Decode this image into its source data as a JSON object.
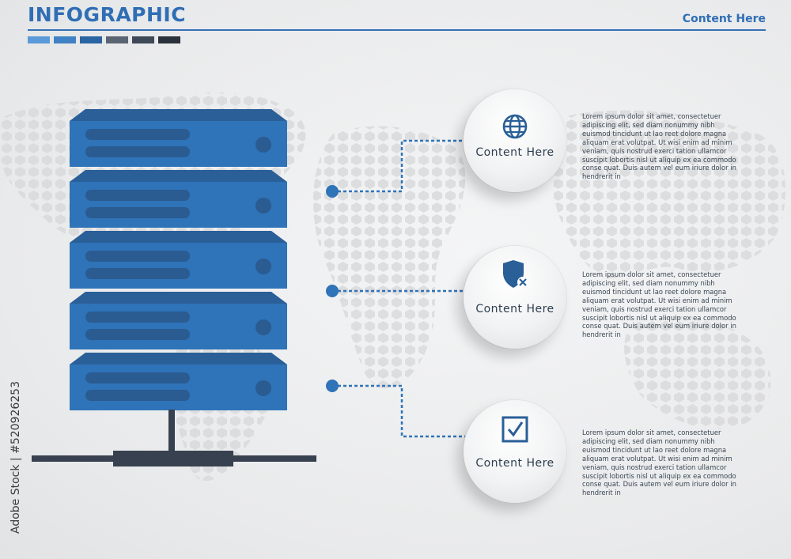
{
  "header": {
    "title": "INFOGRAPHIC",
    "right_text": "Content Here",
    "swatch_colors": [
      "#5a9ad8",
      "#3f82c6",
      "#2a64a3",
      "#5a6472",
      "#3e4856",
      "#2b313a"
    ]
  },
  "colors": {
    "accent": "#2f6eb5",
    "server_front": "#2f73b8",
    "server_top": "#2a5f98",
    "server_slot": "#2a5b91",
    "base": "#37414f",
    "dot_line": "#2f73b8"
  },
  "items": [
    {
      "icon": "globe-icon",
      "label": "Content Here",
      "text": "Lorem ipsum dolor sit amet, consectetuer adipiscing elit, sed diam nonummy nibh euismod tincidunt ut lao reet dolore magna aliquam erat volutpat. Ut wisi enim ad minim veniam, quis nostrud exerci tation ullamcor suscipit lobortis nisl ut aliquip ex ea commodo conse quat. Duis autem vel eum iriure dolor in hendrerit in"
    },
    {
      "icon": "shield-wrench-icon",
      "label": "Content Here",
      "text": "Lorem ipsum dolor sit amet, consectetuer adipiscing elit, sed diam nonummy nibh euismod tincidunt ut lao reet dolore magna aliquam erat volutpat. Ut wisi enim ad minim veniam, quis nostrud exerci tation ullamcor suscipit lobortis nisl ut aliquip ex ea commodo conse quat. Duis autem vel eum iriure dolor in hendrerit in"
    },
    {
      "icon": "checkbox-icon",
      "label": "Content Here",
      "text": "Lorem ipsum dolor sit amet, consectetuer adipiscing elit, sed diam nonummy nibh euismod tincidunt ut lao reet dolore magna aliquam erat volutpat. Ut wisi enim ad minim veniam, quis nostrud exerci tation ullamcor suscipit lobortis nisl ut aliquip ex ea commodo conse quat. Duis autem vel eum iriure dolor in hendrerit in"
    }
  ],
  "server": {
    "unit_count": 5
  },
  "watermark": {
    "side_text": "Adobe Stock | #520926253"
  }
}
